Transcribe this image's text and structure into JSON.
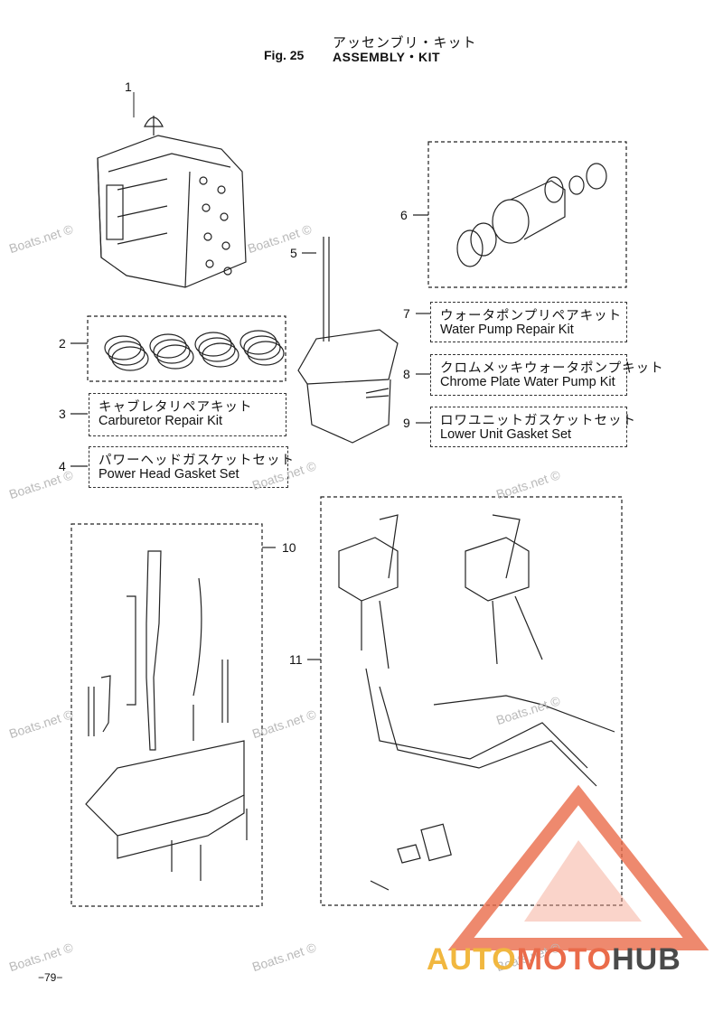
{
  "header": {
    "title_jp": "アッセンブリ・キット",
    "fig_label": "Fig. 25",
    "title_en": "ASSEMBLY・KIT"
  },
  "callouts": {
    "n1": "1",
    "n2": "2",
    "n3": "3",
    "n4": "4",
    "n5": "5",
    "n6": "6",
    "n7": "7",
    "n8": "8",
    "n9": "9",
    "n10": "10",
    "n11": "11"
  },
  "kits": {
    "k3": {
      "jp": "キャブレタリペアキット",
      "en": "Carburetor Repair Kit"
    },
    "k4": {
      "jp": "パワーヘッドガスケットセット",
      "en": "Power Head Gasket Set"
    },
    "k7": {
      "jp": "ウォータポンプリペアキット",
      "en": "Water Pump Repair Kit"
    },
    "k8": {
      "jp": "クロムメッキウォータポンプキット",
      "en": "Chrome Plate Water Pump Kit"
    },
    "k9": {
      "jp": "ロワユニットガスケットセット",
      "en": "Lower Unit Gasket Set"
    }
  },
  "watermarks": {
    "text": "Boats.net ©"
  },
  "footer": {
    "page_number": "−79−"
  },
  "brand": {
    "part1": "AUTO",
    "part2": "MOTO",
    "part3": "HUB"
  },
  "colors": {
    "brand_yellow": "#f1b73f",
    "brand_red": "#ea6b4a",
    "brand_gray": "#4a4a4a",
    "watermark": "#b9b9b9"
  }
}
